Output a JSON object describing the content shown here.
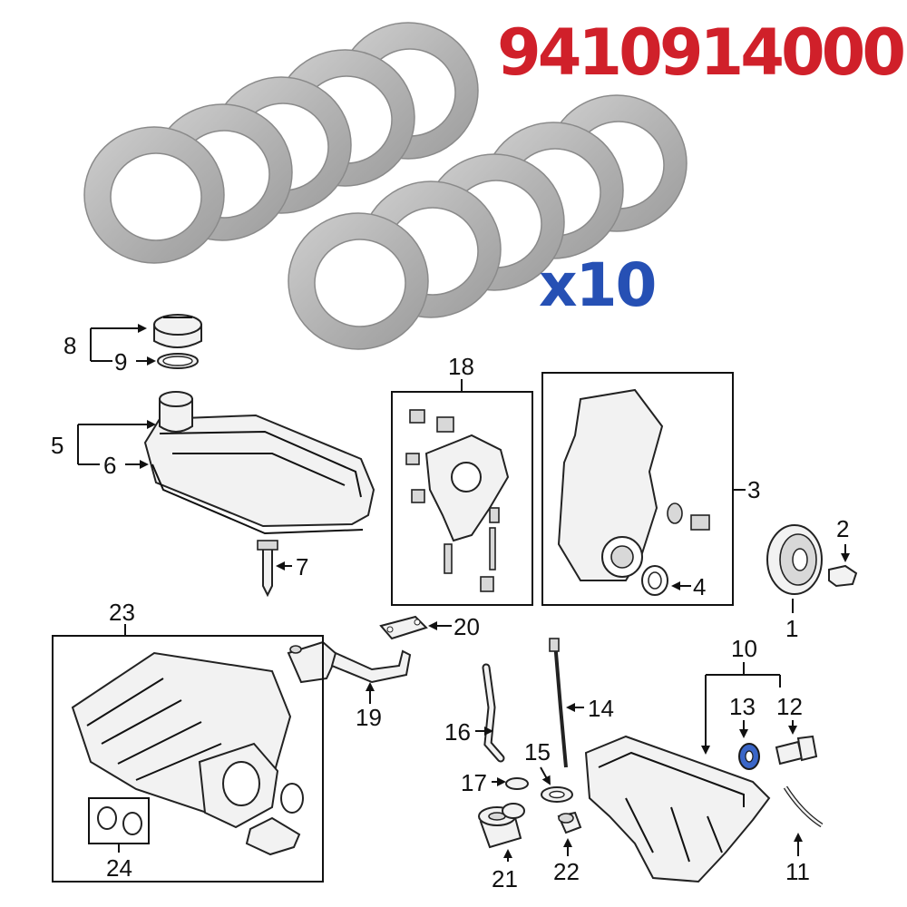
{
  "product": {
    "part_number": "9410914000",
    "quantity": "x10"
  },
  "colors": {
    "part_number": "#d0202a",
    "quantity": "#2650b4",
    "washer_fill": "#b8b8b8",
    "highlight": "#3a66c8"
  },
  "callouts": {
    "c1": "1",
    "c2": "2",
    "c3": "3",
    "c4": "4",
    "c5": "5",
    "c6": "6",
    "c7": "7",
    "c8": "8",
    "c9": "9",
    "c10": "10",
    "c11": "11",
    "c12": "12",
    "c13": "13",
    "c14": "14",
    "c15": "15",
    "c16": "16",
    "c17": "17",
    "c18": "18",
    "c19": "19",
    "c20": "20",
    "c21": "21",
    "c22": "22",
    "c23": "23",
    "c24": "24"
  },
  "highlighted_part": "13",
  "washer_count": 10
}
